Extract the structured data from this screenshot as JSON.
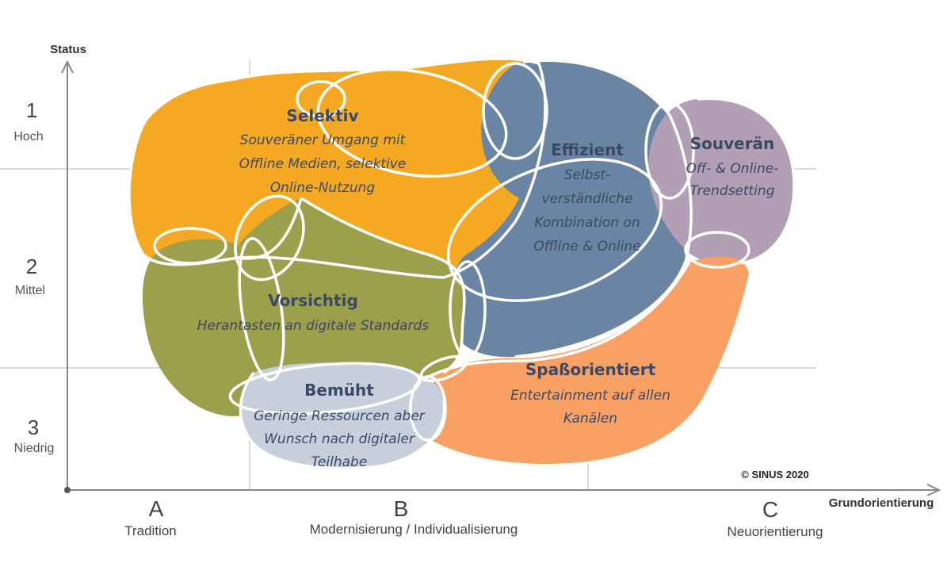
{
  "y_axis": {
    "title": "Status",
    "levels": [
      {
        "num": "1",
        "word": "Hoch"
      },
      {
        "num": "2",
        "word": "Mittel"
      },
      {
        "num": "3",
        "word": "Niedrig"
      }
    ]
  },
  "x_axis": {
    "title": "Grundorientierung",
    "columns": [
      {
        "letter": "A",
        "word": "Tradition"
      },
      {
        "letter": "B",
        "word": "Modernisierung / Individualisierung"
      },
      {
        "letter": "C",
        "word": "Neuorientierung"
      }
    ]
  },
  "segments": {
    "selektiv": {
      "title": "Selektiv",
      "desc": [
        "Souveräner Umgang mit",
        "Offline Medien, selektive",
        "Online-Nutzung"
      ],
      "color": "#f5a822"
    },
    "effizient": {
      "title": "Effizient",
      "desc": [
        "Selbst-",
        "verständliche",
        "Kombination on",
        "Offline & Online"
      ],
      "color": "#6a85a3"
    },
    "souveraen": {
      "title": "Souverän",
      "desc": [
        "Off- & Online-",
        "Trendsetting"
      ],
      "color": "#b29fb6"
    },
    "vorsichtig": {
      "title": "Vorsichtig",
      "desc": [
        "Herantasten an digitale Standards"
      ],
      "color": "#9c9f4b"
    },
    "spass": {
      "title": "Spaßorientiert",
      "desc": [
        "Entertainment auf allen",
        "Kanälen"
      ],
      "color": "#f9a165"
    },
    "bemueht": {
      "title": "Bemüht",
      "desc": [
        "Geringe Ressourcen aber",
        "Wunsch nach digitaler",
        "Teilhabe"
      ],
      "color": "#c6cfdb"
    }
  },
  "copyright": "© SINUS 2020"
}
